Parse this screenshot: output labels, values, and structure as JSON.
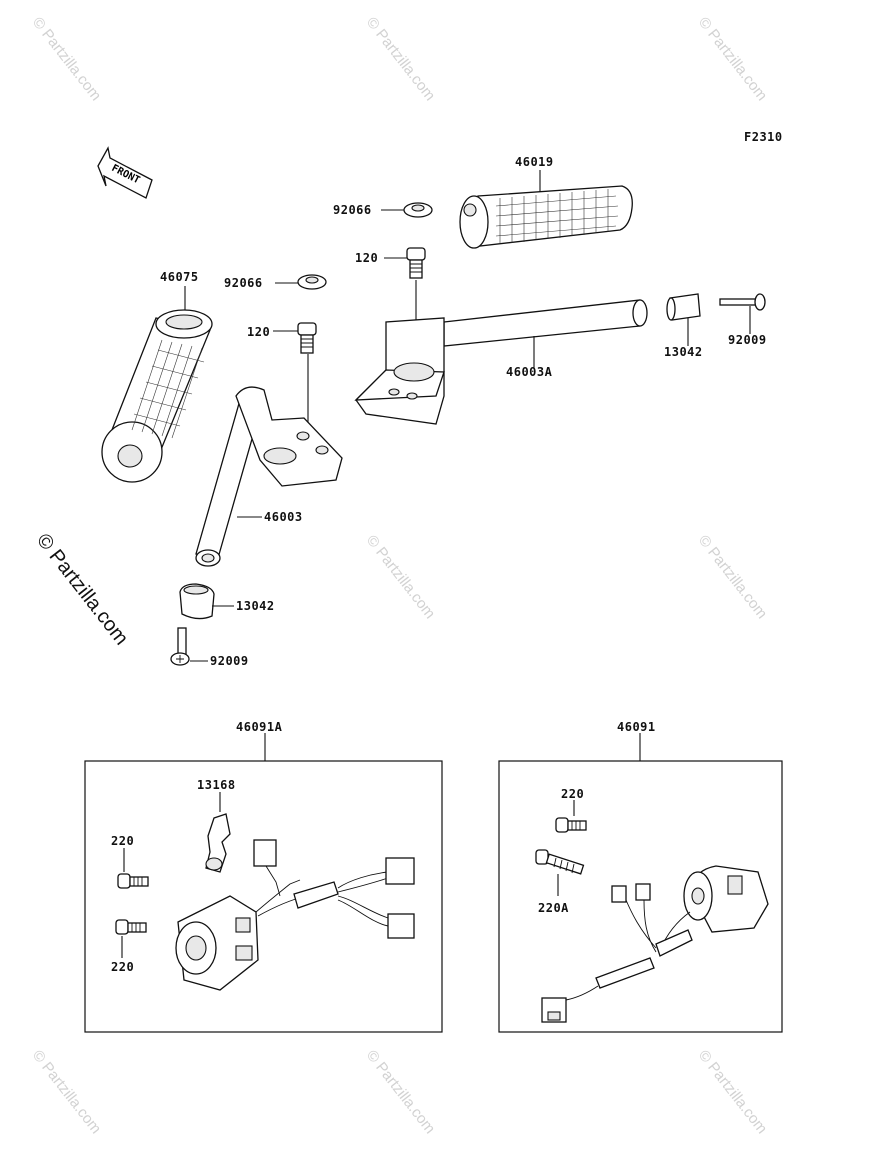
{
  "figure_code": "F2310",
  "front_arrow_label": "FRONT",
  "watermark": "© Partzilla.com",
  "labels": {
    "p46019": "46019",
    "p92066_top": "92066",
    "p120_top": "120",
    "p46075": "46075",
    "p92066_left": "92066",
    "p120_left": "120",
    "p46003A": "46003A",
    "p13042_right": "13042",
    "p92009_right": "92009",
    "p46003": "46003",
    "p13042_left": "13042",
    "p92009_left": "92009",
    "p46091A": "46091A",
    "p46091": "46091",
    "p13168": "13168",
    "p220_a": "220",
    "p220_b": "220",
    "p220_c": "220",
    "p220A": "220A"
  }
}
